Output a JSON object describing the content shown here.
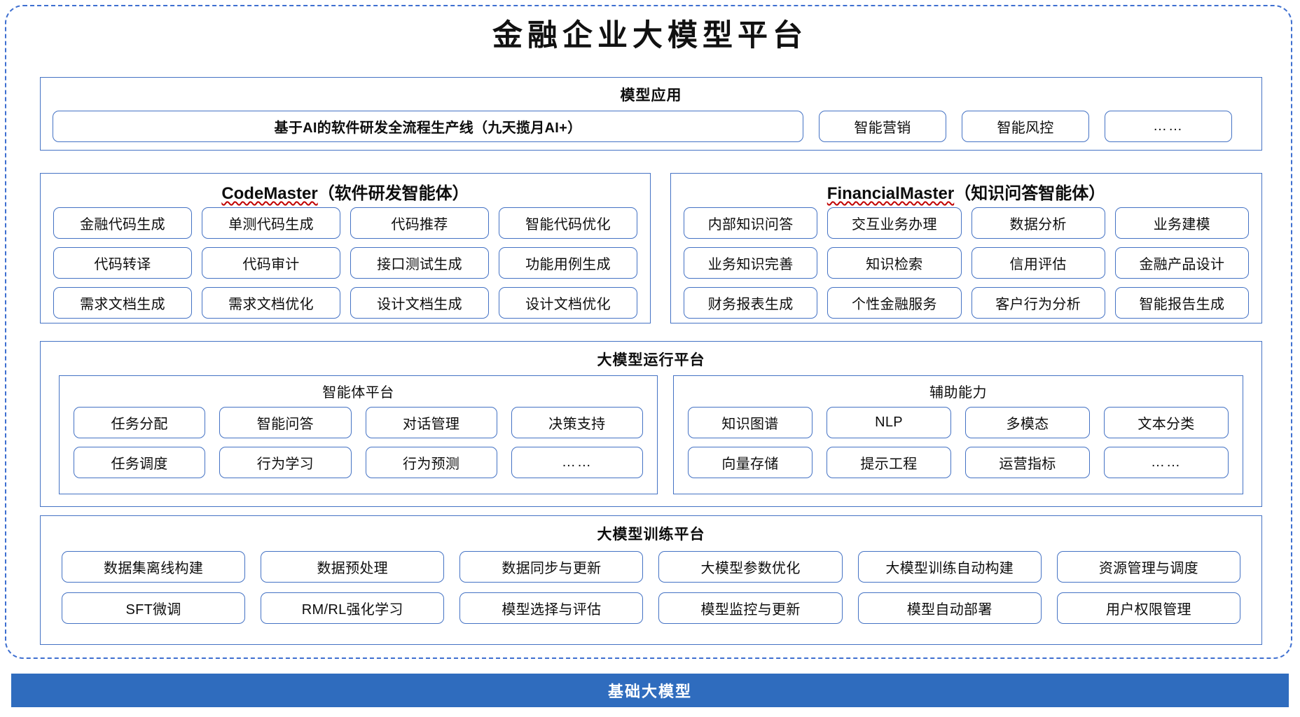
{
  "page": {
    "title": "金融企业大模型平台",
    "accent_blue": "#4472c4",
    "bar_blue": "#2f6cbe",
    "dashed_border": "#3e6fd0",
    "spellcheck_color": "#c00000"
  },
  "model_application": {
    "title": "模型应用",
    "items": [
      "基于AI的软件研发全流程生产线（九天揽月AI+）",
      "智能营销",
      "智能风控",
      "……"
    ]
  },
  "agents": [
    {
      "name_en": "CodeMaster",
      "name_cn": "（软件研发智能体）",
      "items": [
        "金融代码生成",
        "单测代码生成",
        "代码推荐",
        "智能代码优化",
        "代码转译",
        "代码审计",
        "接口测试生成",
        "功能用例生成",
        "需求文档生成",
        "需求文档优化",
        "设计文档生成",
        "设计文档优化"
      ]
    },
    {
      "name_en": "FinancialMaster",
      "name_cn": "（知识问答智能体）",
      "items": [
        "内部知识问答",
        "交互业务办理",
        "数据分析",
        "业务建模",
        "业务知识完善",
        "知识检索",
        "信用评估",
        "金融产品设计",
        "财务报表生成",
        "个性金融服务",
        "客户行为分析",
        "智能报告生成"
      ]
    }
  ],
  "run_platform": {
    "title": "大模型运行平台",
    "subpanels": [
      {
        "title": "智能体平台",
        "items": [
          "任务分配",
          "智能问答",
          "对话管理",
          "决策支持",
          "任务调度",
          "行为学习",
          "行为预测",
          "……"
        ]
      },
      {
        "title": "辅助能力",
        "items": [
          "知识图谱",
          "NLP",
          "多模态",
          "文本分类",
          "向量存储",
          "提示工程",
          "运营指标",
          "……"
        ]
      }
    ]
  },
  "training_platform": {
    "title": "大模型训练平台",
    "items": [
      "数据集离线构建",
      "数据预处理",
      "数据同步与更新",
      "大模型参数优化",
      "大模型训练自动构建",
      "资源管理与调度",
      "SFT微调",
      "RM/RL强化学习",
      "模型选择与评估",
      "模型监控与更新",
      "模型自动部署",
      "用户权限管理"
    ]
  },
  "foundation": {
    "label": "基础大模型"
  }
}
